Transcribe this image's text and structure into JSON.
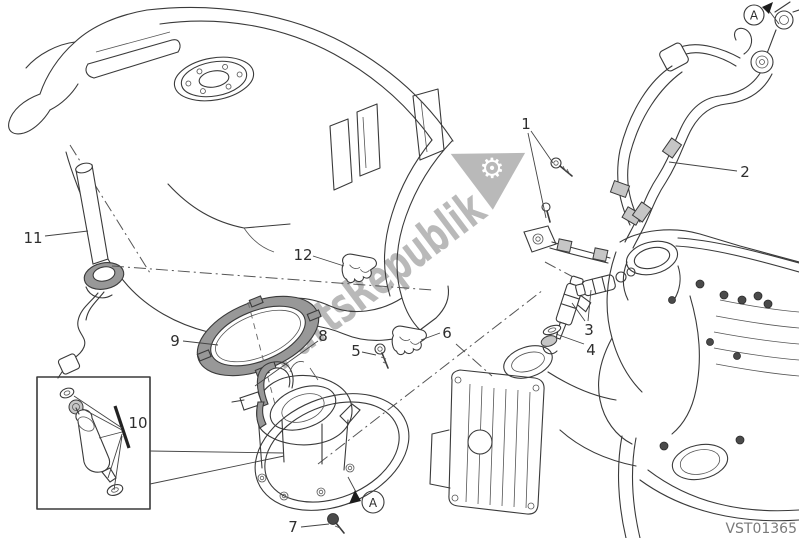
{
  "diagram": {
    "watermark": "PartsRepublik",
    "drawing_code": "VST01365",
    "view_marker": "A",
    "callouts": [
      {
        "label": "1"
      },
      {
        "label": "2"
      },
      {
        "label": "3"
      },
      {
        "label": "4"
      },
      {
        "label": "5"
      },
      {
        "label": "6"
      },
      {
        "label": "7"
      },
      {
        "label": "8"
      },
      {
        "label": "9"
      },
      {
        "label": "10"
      },
      {
        "label": "11"
      },
      {
        "label": "12"
      }
    ]
  }
}
